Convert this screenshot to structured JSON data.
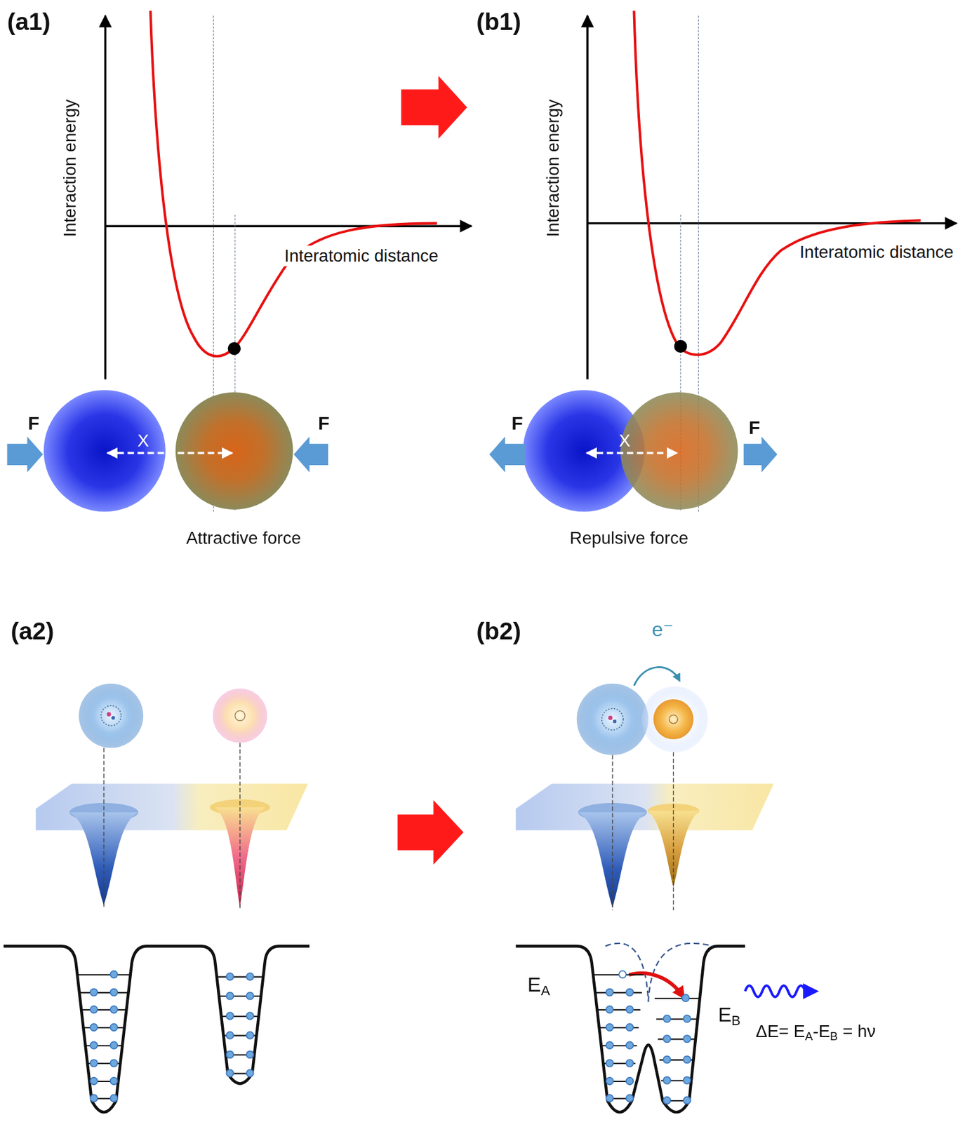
{
  "diagram": {
    "labels": [
      "(a1)",
      "Interaction energy",
      "Interatomic distance",
      "F",
      "X",
      "F",
      "Attractive force",
      "(b1)",
      "Interaction energy",
      "Interatomic distance",
      "F",
      "X",
      "F",
      "Repulsive force",
      "(a2)",
      "(b2)",
      "e⁻",
      "EA",
      "EB",
      "ΔE= EA-EB = hν"
    ]
  }
}
